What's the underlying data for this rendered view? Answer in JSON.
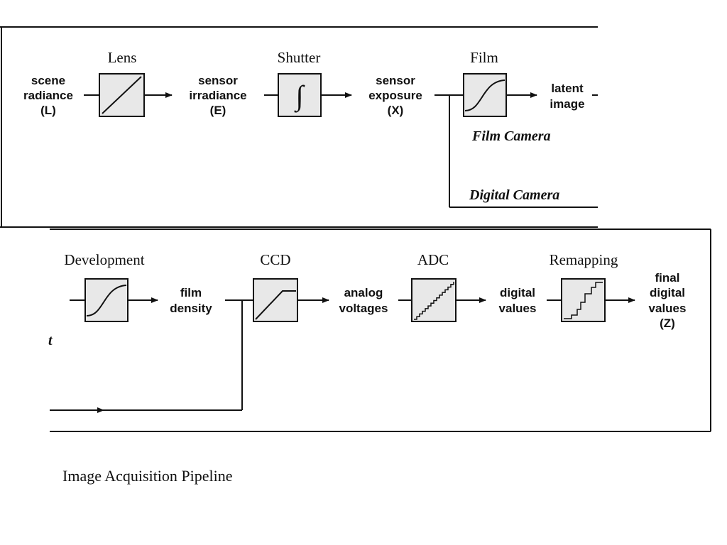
{
  "caption": "Image Acquisition Pipeline",
  "top_panel": {
    "stages": [
      {
        "label": "Lens",
        "function_icon": "linear-icon"
      },
      {
        "label": "Shutter",
        "function_icon": "integral-icon"
      },
      {
        "label": "Film",
        "function_icon": "s-curve-icon"
      }
    ],
    "signals": {
      "scene_radiance": [
        "scene",
        "radiance",
        "(L)"
      ],
      "sensor_irradiance": [
        "sensor",
        "irradiance",
        "(E)"
      ],
      "sensor_exposure": [
        "sensor",
        "exposure",
        "(X)"
      ],
      "latent_image": [
        "latent",
        "image"
      ]
    },
    "branch_labels": {
      "film": "Film Camera",
      "digital": "Digital Camera"
    },
    "integral_symbol": "∫"
  },
  "bottom_panel": {
    "stages": [
      {
        "label": "Development",
        "function_icon": "s-curve-icon"
      },
      {
        "label": "CCD",
        "function_icon": "clipped-linear-icon"
      },
      {
        "label": "ADC",
        "function_icon": "staircase-icon"
      },
      {
        "label": "Remapping",
        "function_icon": "uneven-staircase-icon"
      }
    ],
    "signals": {
      "film_density": [
        "film",
        "density"
      ],
      "analog_voltages": [
        "analog",
        "voltages"
      ],
      "digital_values": [
        "digital",
        "values"
      ],
      "final_digital_values": [
        "final",
        "digital",
        "values",
        "(Z)"
      ]
    },
    "cut_fragment": "t"
  }
}
